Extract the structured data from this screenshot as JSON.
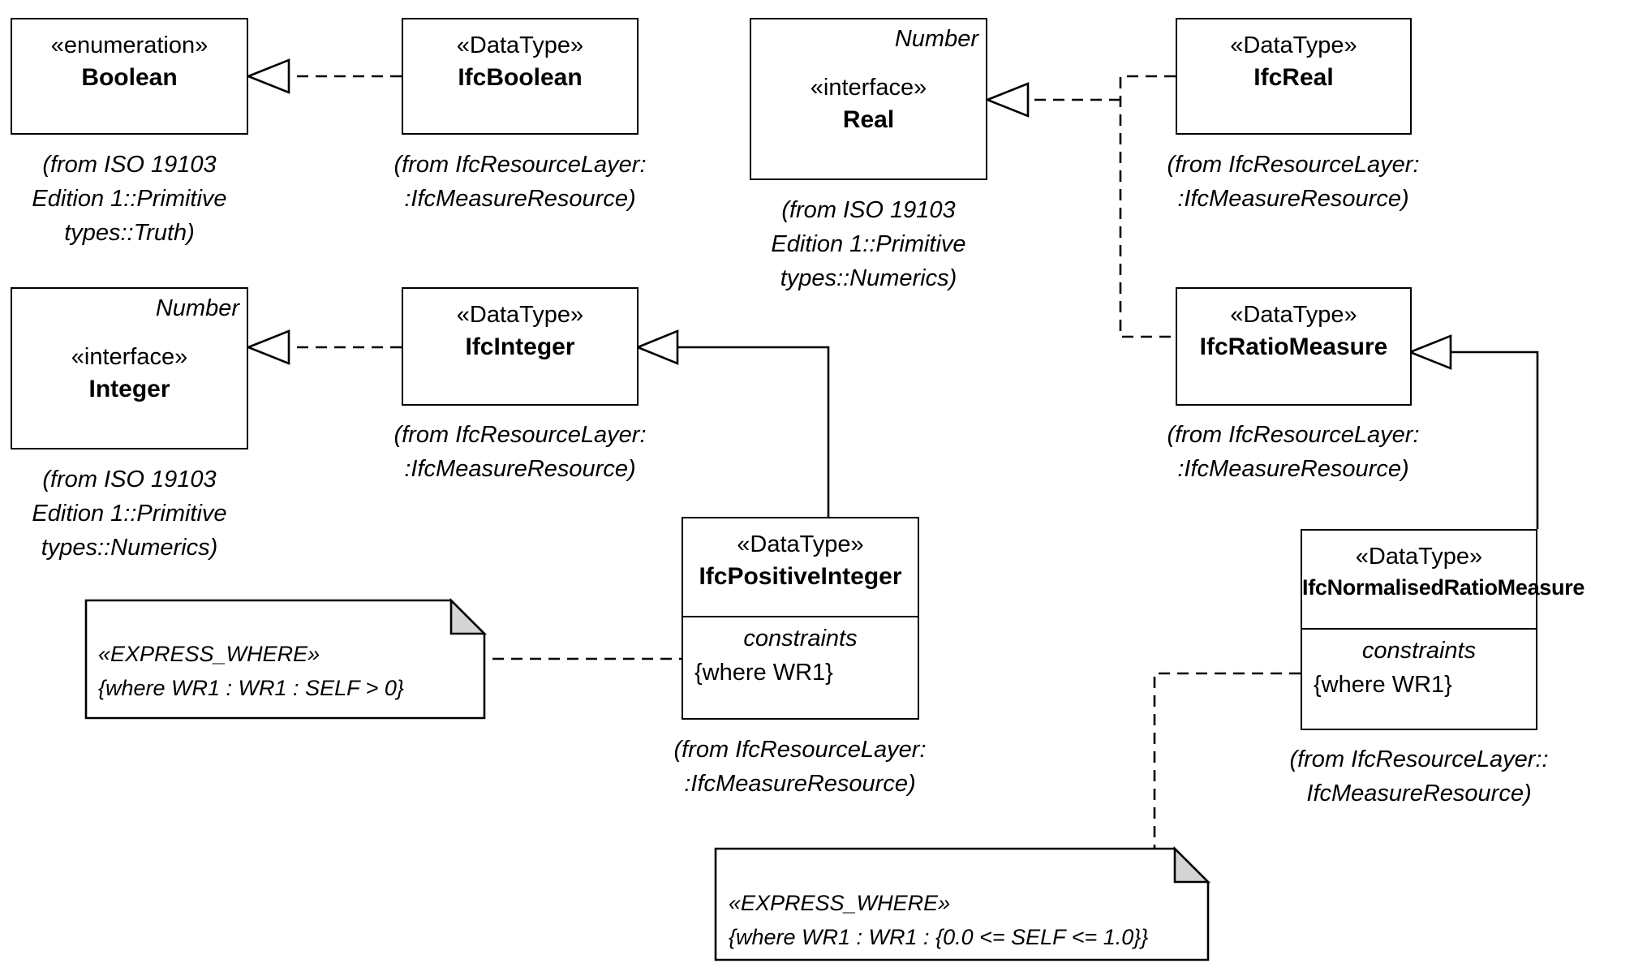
{
  "classes": {
    "boolean": {
      "stereotype": "«enumeration»",
      "name": "Boolean",
      "source": [
        "(from ISO 19103",
        "Edition 1::Primitive",
        "types::Truth)"
      ]
    },
    "ifcboolean": {
      "stereotype": "«DataType»",
      "name": "IfcBoolean",
      "source": [
        "(from IfcResourceLayer:",
        ":IfcMeasureResource)"
      ]
    },
    "real": {
      "corner": "Number",
      "stereotype": "«interface»",
      "name": "Real",
      "source": [
        "(from ISO 19103",
        "Edition 1::Primitive",
        "types::Numerics)"
      ]
    },
    "ifcreal": {
      "stereotype": "«DataType»",
      "name": "IfcReal",
      "source": [
        "(from IfcResourceLayer:",
        ":IfcMeasureResource)"
      ]
    },
    "integer": {
      "corner": "Number",
      "stereotype": "«interface»",
      "name": "Integer",
      "source": [
        "(from ISO 19103",
        "Edition 1::Primitive",
        "types::Numerics)"
      ]
    },
    "ifcinteger": {
      "stereotype": "«DataType»",
      "name": "IfcInteger",
      "source": [
        "(from IfcResourceLayer:",
        ":IfcMeasureResource)"
      ]
    },
    "ifcratiomeasure": {
      "stereotype": "«DataType»",
      "name": "IfcRatioMeasure",
      "source": [
        "(from IfcResourceLayer:",
        ":IfcMeasureResource)"
      ]
    },
    "ifcpositiveinteger": {
      "stereotype": "«DataType»",
      "name": "IfcPositiveInteger",
      "constraints_title": "constraints",
      "constraint": "{where WR1}",
      "source": [
        "(from IfcResourceLayer:",
        ":IfcMeasureResource)"
      ]
    },
    "ifcnormalisedratiomeasure": {
      "stereotype": "«DataType»",
      "name": "IfcNormalisedRatioMeasure",
      "constraints_title": "constraints",
      "constraint": "{where WR1}",
      "source": [
        "(from IfcResourceLayer::",
        "IfcMeasureResource)"
      ]
    }
  },
  "notes": {
    "positive_integer_rule": {
      "stereotype": "«EXPRESS_WHERE»",
      "text": "{where WR1 : WR1 : SELF > 0}"
    },
    "normalised_ratio_rule": {
      "stereotype": "«EXPRESS_WHERE»",
      "text": "{where WR1 : WR1 : {0.0 <= SELF <= 1.0}}"
    }
  },
  "relationships": [
    {
      "type": "realization",
      "from": "IfcBoolean",
      "to": "Boolean"
    },
    {
      "type": "realization",
      "from": "IfcReal",
      "to": "Real"
    },
    {
      "type": "realization",
      "from": "IfcRatioMeasure",
      "to": "Real"
    },
    {
      "type": "realization",
      "from": "IfcInteger",
      "to": "Integer"
    },
    {
      "type": "generalization",
      "from": "IfcPositiveInteger",
      "to": "IfcInteger"
    },
    {
      "type": "generalization",
      "from": "IfcNormalisedRatioMeasure",
      "to": "IfcRatioMeasure"
    },
    {
      "type": "note-anchor",
      "from": "«EXPRESS_WHERE» {where WR1 : WR1 : SELF > 0}",
      "to": "IfcPositiveInteger"
    },
    {
      "type": "note-anchor",
      "from": "«EXPRESS_WHERE» {where WR1 : WR1 : {0.0 <= SELF <= 1.0}}",
      "to": "IfcNormalisedRatioMeasure"
    }
  ]
}
